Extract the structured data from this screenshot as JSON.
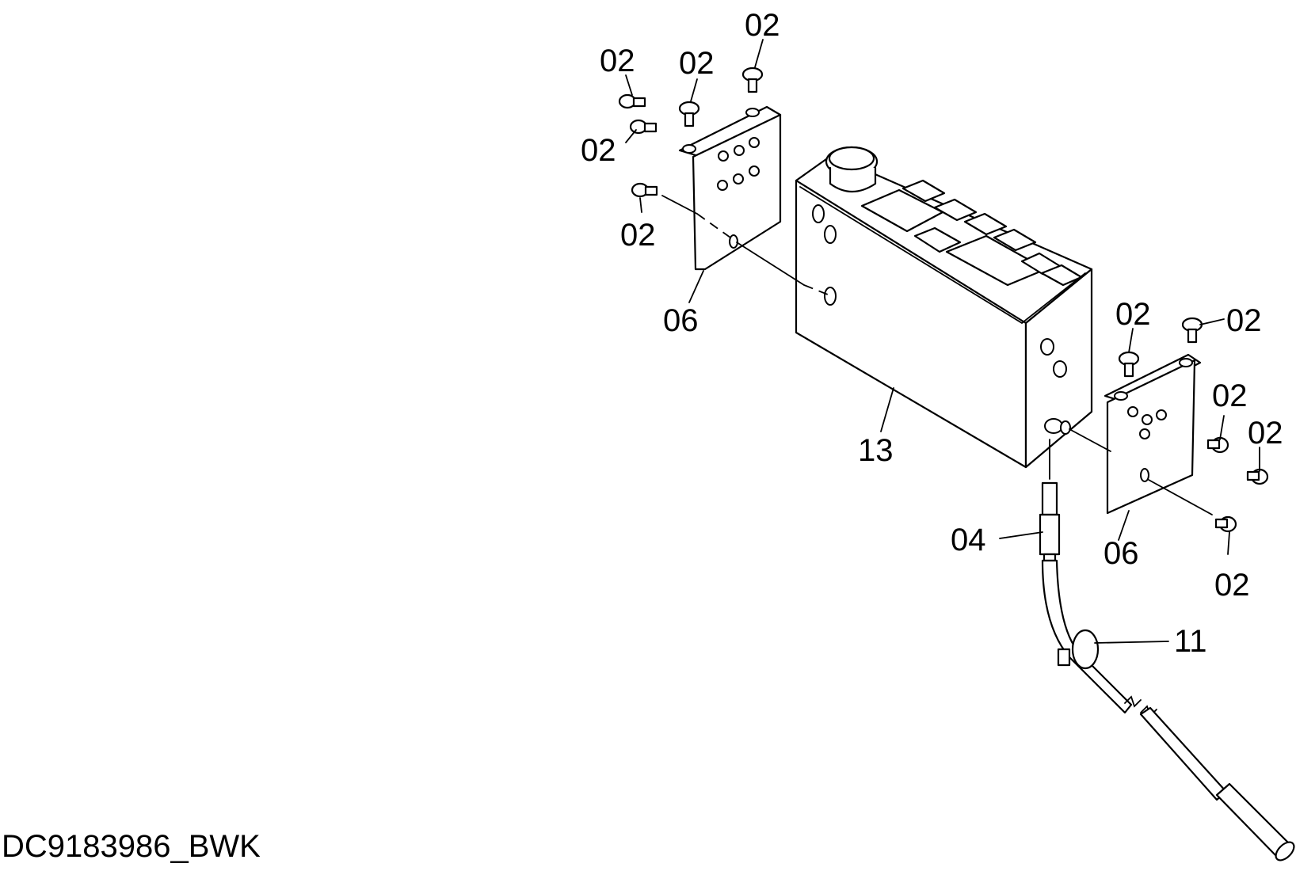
{
  "labels": {
    "screw_top_left_1": "02",
    "screw_top_left_2": "02",
    "screw_top_left_3": "02",
    "screw_left_lower": "02",
    "screw_left_side": "02",
    "bracket_left": "06",
    "unit_body": "13",
    "screw_right_top_1": "02",
    "screw_right_top_2": "02",
    "screw_right_side_1": "02",
    "screw_right_side_2": "02",
    "screw_right_bottom": "02",
    "bracket_right": "06",
    "sensor": "04",
    "cable_clamp": "11"
  },
  "document_id": "DC9183986_BWK"
}
